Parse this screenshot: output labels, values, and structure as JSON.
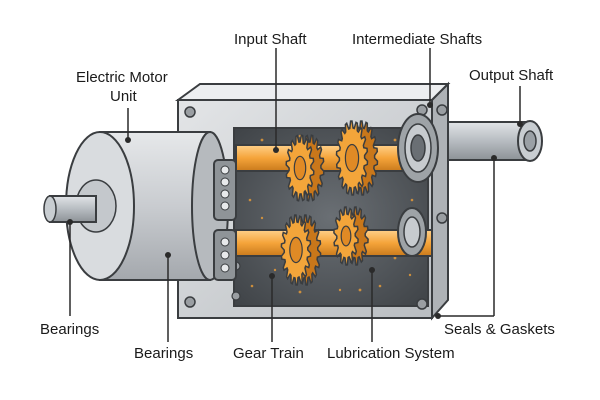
{
  "labels": {
    "input_shaft": "Input Shaft",
    "intermediate_shafts": "Intermediate Shafts",
    "electric_motor_line1": "Electric Motor",
    "electric_motor_line2": "Unit",
    "output_shaft": "Output Shaft",
    "bearings_left": "Bearings",
    "bearings_bottom": "Bearings",
    "gear_train": "Gear Train",
    "lubrication_system": "Lubrication System",
    "seals_gaskets": "Seals & Gaskets"
  },
  "colors": {
    "gear": "#f3a53a",
    "gear_dark": "#c9771a",
    "shaft": "#f5a43a",
    "housing": "#d4d7da",
    "housing_inner": "#55595d",
    "motor": "#c9ccd0",
    "output_shaft": "#b7bcc1"
  }
}
